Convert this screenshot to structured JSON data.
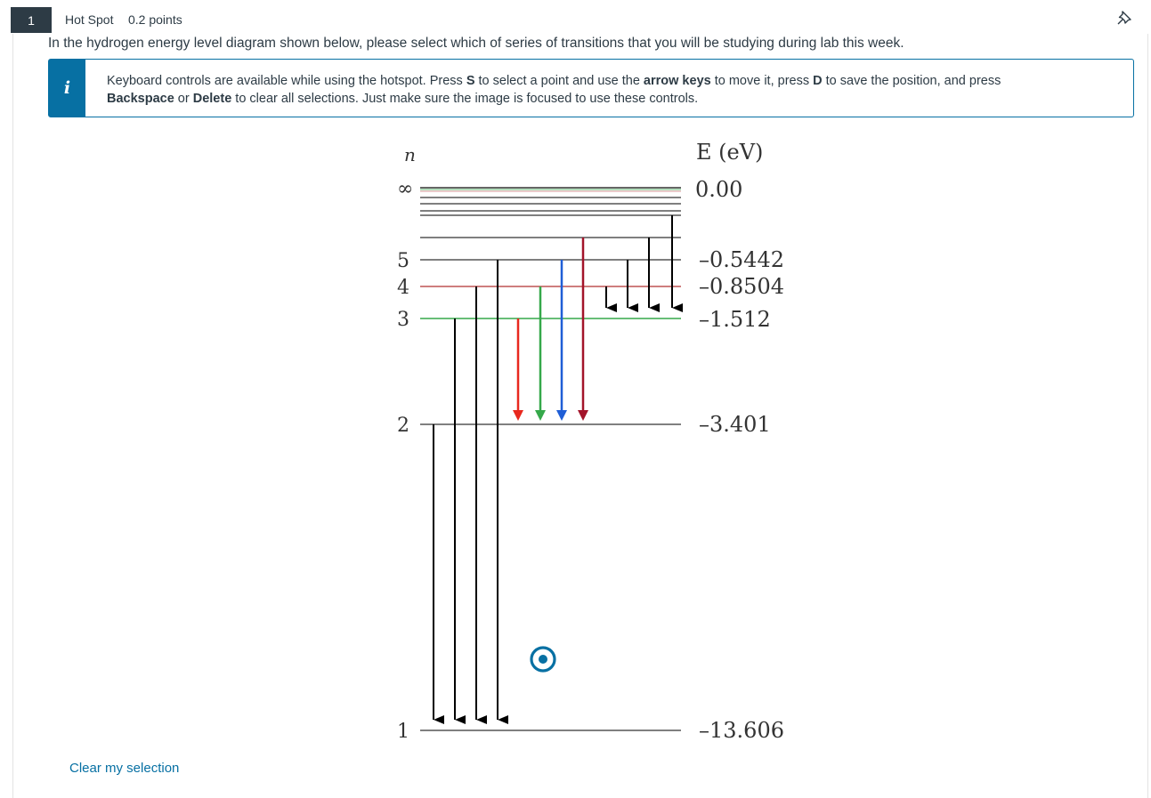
{
  "question": {
    "number": "1",
    "type": "Hot Spot",
    "points": "0.2 points",
    "prompt": "In the hydrogen energy level diagram shown below, please select which of series of transitions that you will be studying during lab this week."
  },
  "info": {
    "icon": "info-icon",
    "p1": "Keyboard controls are available while using the hotspot. Press ",
    "k1": "S",
    "p2": " to select a point and use the ",
    "k2": "arrow keys",
    "p3": " to move it, press ",
    "k3": "D",
    "p4": " to save the position, and press ",
    "k4": "Backspace",
    "p5": " or ",
    "k5": "Delete",
    "p6": " to clear all selections. Just make sure the image is focused to use these controls."
  },
  "diagram": {
    "n_header": "n",
    "e_header": "E (eV)",
    "levels": [
      {
        "n": "∞",
        "energy": "0.00"
      },
      {
        "n": "5",
        "energy": "–0.5442"
      },
      {
        "n": "4",
        "energy": "–0.8504"
      },
      {
        "n": "3",
        "energy": "–1.512"
      },
      {
        "n": "2",
        "energy": "–3.401"
      },
      {
        "n": "1",
        "energy": "–13.606"
      }
    ],
    "balmer_colors": [
      "#e8281e",
      "#35a84a",
      "#1f5ed6",
      "#a3142a"
    ],
    "hotspot_marker": "target-icon"
  },
  "clear_label": "Clear my selection"
}
